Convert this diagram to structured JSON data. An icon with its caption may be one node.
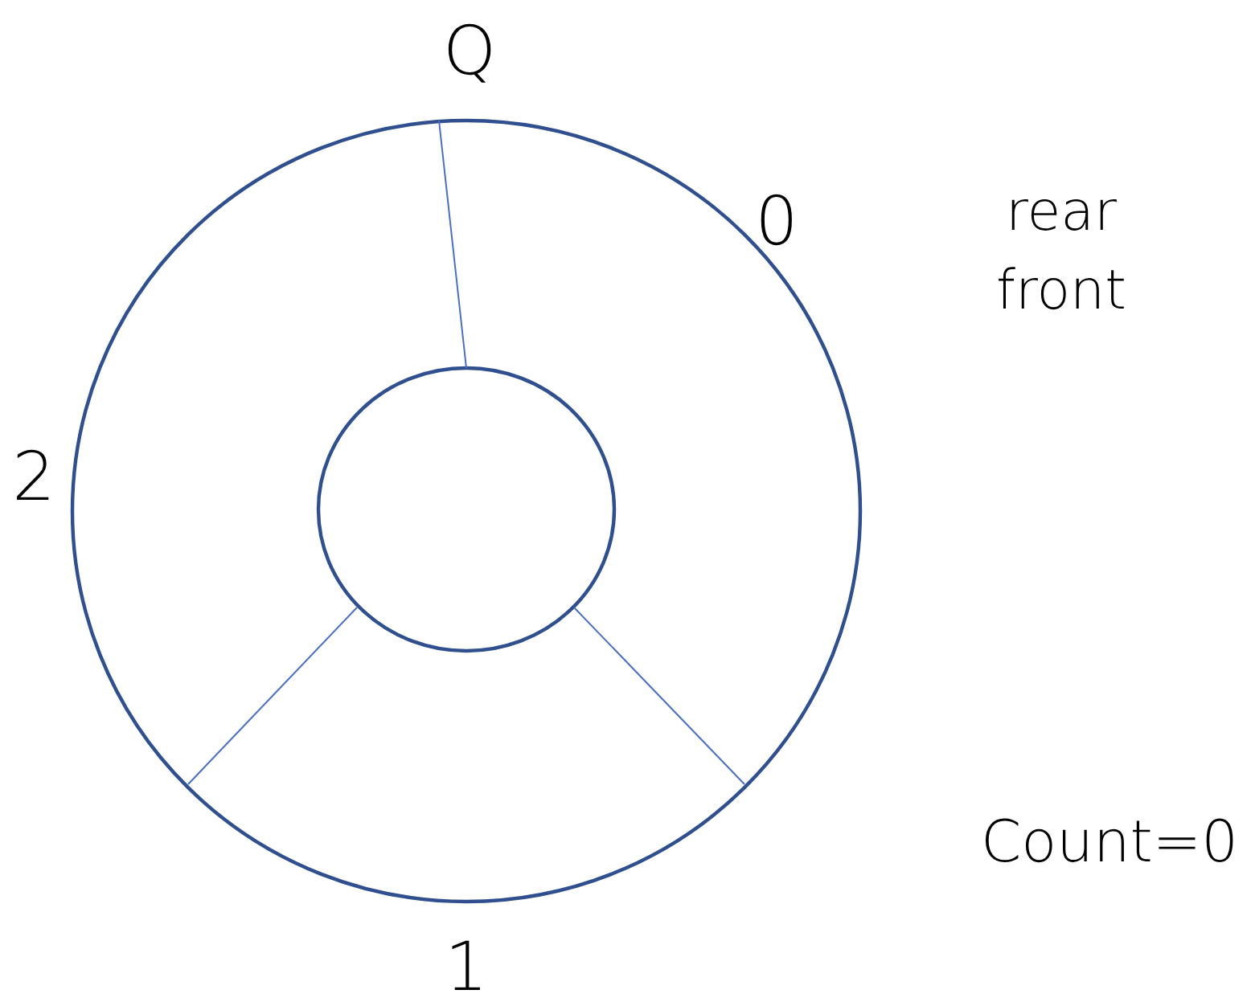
{
  "diagram": {
    "labels": [
      "Q",
      "rear",
      "0",
      "front",
      "2",
      "Count=0",
      "1"
    ]
  }
}
